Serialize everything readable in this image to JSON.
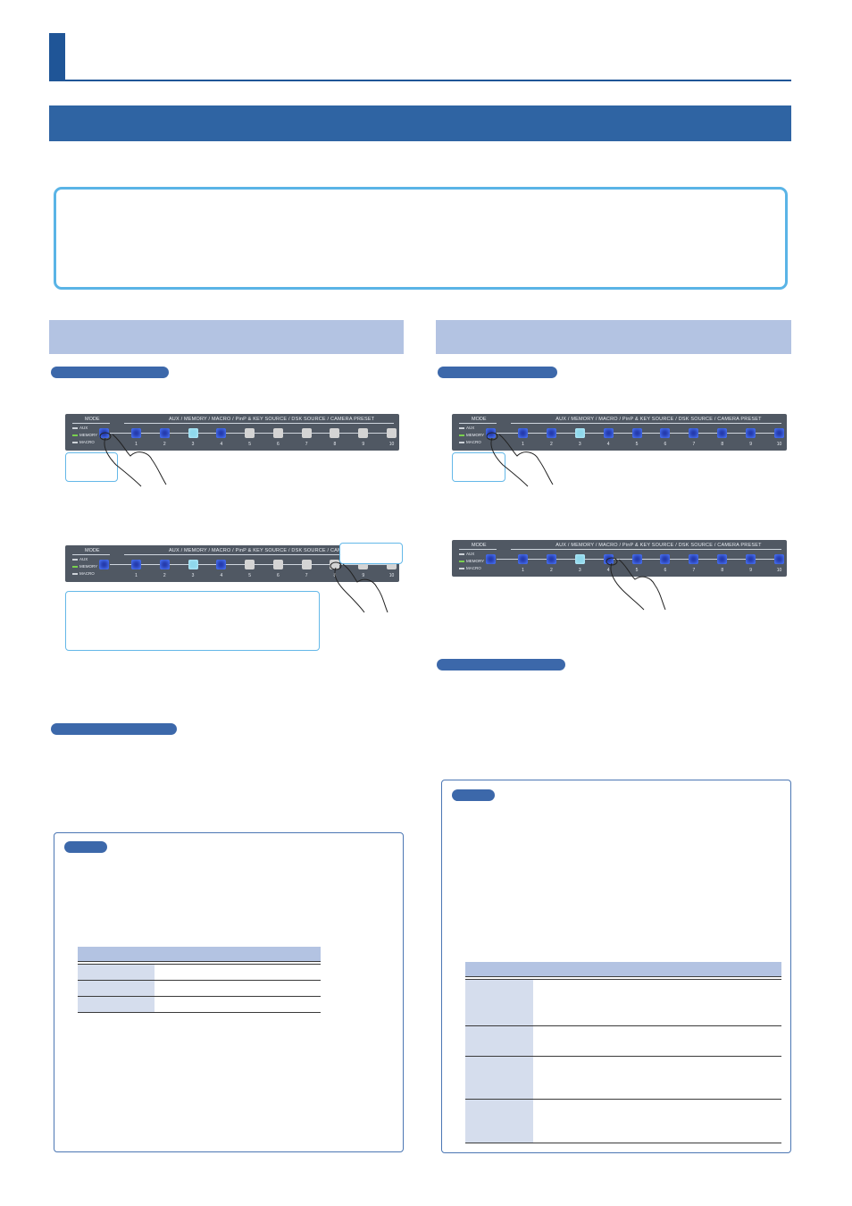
{
  "chapter": {
    "title": ""
  },
  "section": {
    "title": ""
  },
  "panel": {
    "header": "AUX / MEMORY / MACRO / PinP & KEY SOURCE / DSK SOURCE / CAMERA PRESET",
    "mode_label": "MODE",
    "mode_items": [
      "AUX",
      "MEMORY",
      "MACRO"
    ],
    "buttons": [
      "1",
      "2",
      "3",
      "4",
      "5",
      "6",
      "7",
      "8",
      "9",
      "10"
    ]
  },
  "colors": {
    "accent": "#2f64a3",
    "column_header": "#b3c3e2",
    "intro_border": "#5ab4e6",
    "pill": "#3c68aa"
  }
}
